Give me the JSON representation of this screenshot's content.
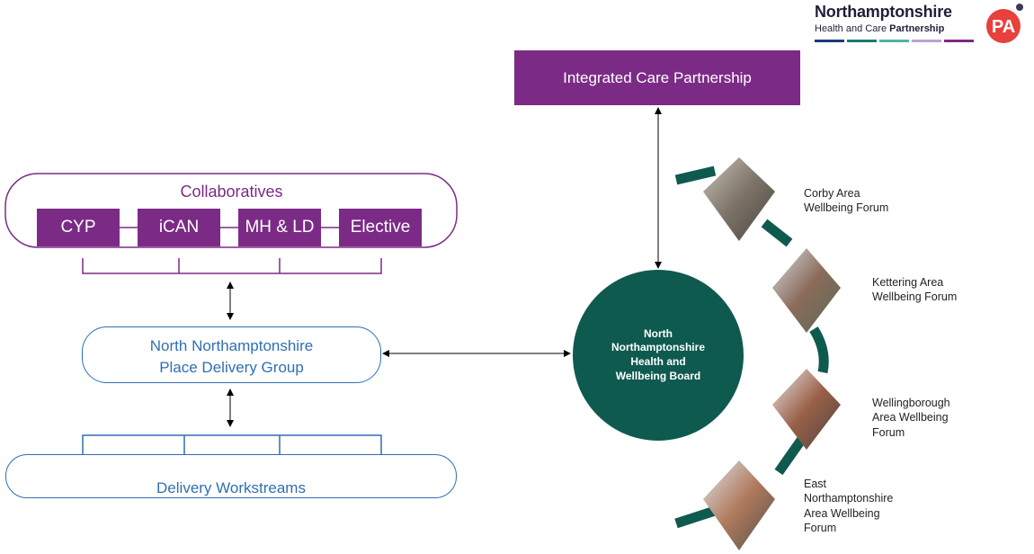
{
  "brand": {
    "title": "Northamptonshire",
    "subtitle_plain": "Health and Care ",
    "subtitle_bold": "Partnership",
    "logo_text": "PA",
    "stripe_colors": [
      "#1f3a7a",
      "#1a7a74",
      "#4fb3a8",
      "#b9a3d6",
      "#7b2b86"
    ]
  },
  "icp": {
    "label": "Integrated Care Partnership"
  },
  "collaboratives": {
    "title": "Collaboratives",
    "items": [
      "CYP",
      "iCAN",
      "MH & LD",
      "Elective"
    ]
  },
  "place_group": {
    "line1": "North Northamptonshire",
    "line2": "Place Delivery Group"
  },
  "workstreams": {
    "label": "Delivery Workstreams"
  },
  "board": {
    "line1": "North",
    "line2": "Northamptonshire",
    "line3": "Health and",
    "line4": "Wellbeing Board"
  },
  "forums": [
    {
      "lines": [
        "Corby Area",
        "Wellbeing Forum"
      ]
    },
    {
      "lines": [
        "Kettering Area",
        "Wellbeing Forum"
      ]
    },
    {
      "lines": [
        "Wellingborough",
        "Area Wellbeing",
        "Forum"
      ]
    },
    {
      "lines": [
        "East",
        "Northamptonshire",
        "Area Wellbeing",
        "Forum"
      ]
    }
  ],
  "colors": {
    "purple": "#7b2b86",
    "blue": "#2f6fb5",
    "teal": "#0f5a4f"
  }
}
